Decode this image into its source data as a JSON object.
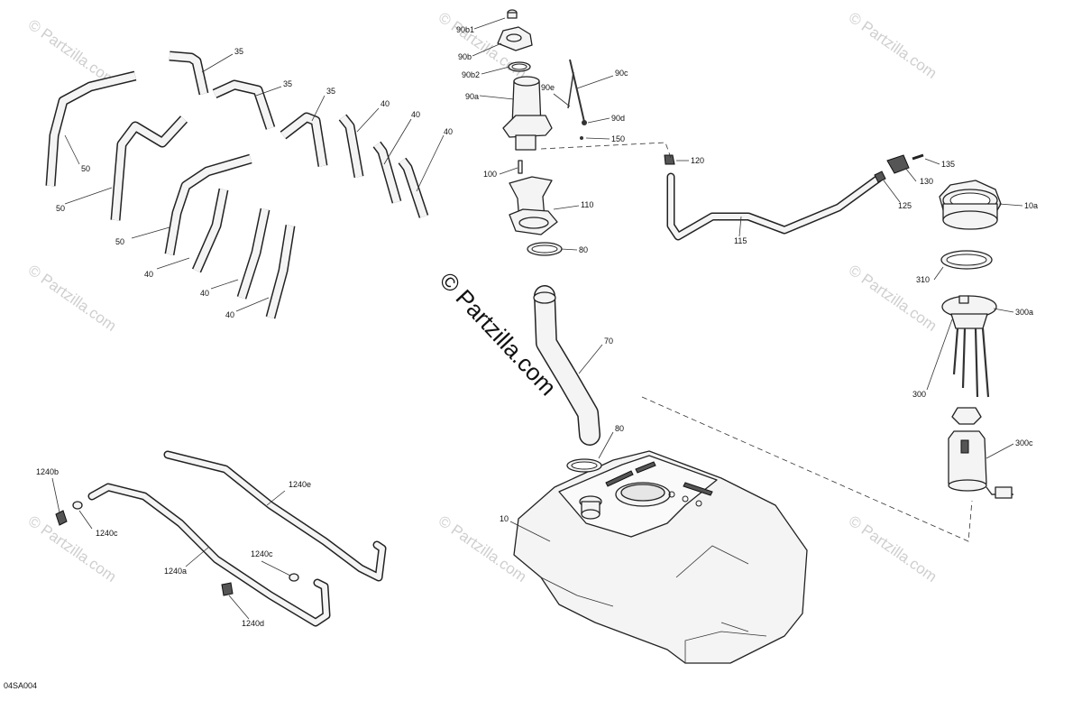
{
  "diagram_code": "04SA004",
  "watermark": {
    "main": "© Partzilla.com",
    "tile": "© Partzilla.com"
  },
  "callouts": {
    "c90b1": "90b1",
    "c90b": "90b",
    "c90b2": "90b2",
    "c90a": "90a",
    "c90c": "90c",
    "c90e": "90e",
    "c90d": "90d",
    "c150": "150",
    "c100": "100",
    "c110": "110",
    "c120": "120",
    "c135": "135",
    "c130": "130",
    "c125": "125",
    "c115": "115",
    "c10a": "10a",
    "c80a": "80",
    "c80b": "80",
    "c70": "70",
    "c310": "310",
    "c300a": "300a",
    "c300": "300",
    "c300c": "300c",
    "c10": "10",
    "c35a": "35",
    "c35b": "35",
    "c35c": "35",
    "c40a": "40",
    "c40b": "40",
    "c40c": "40",
    "c40d": "40",
    "c40e": "40",
    "c40f": "40",
    "c50a": "50",
    "c50b": "50",
    "c50c": "50",
    "c1240b": "1240b",
    "c1240c1": "1240c",
    "c1240e": "1240e",
    "c1240a": "1240a",
    "c1240c2": "1240c",
    "c1240d": "1240d"
  }
}
